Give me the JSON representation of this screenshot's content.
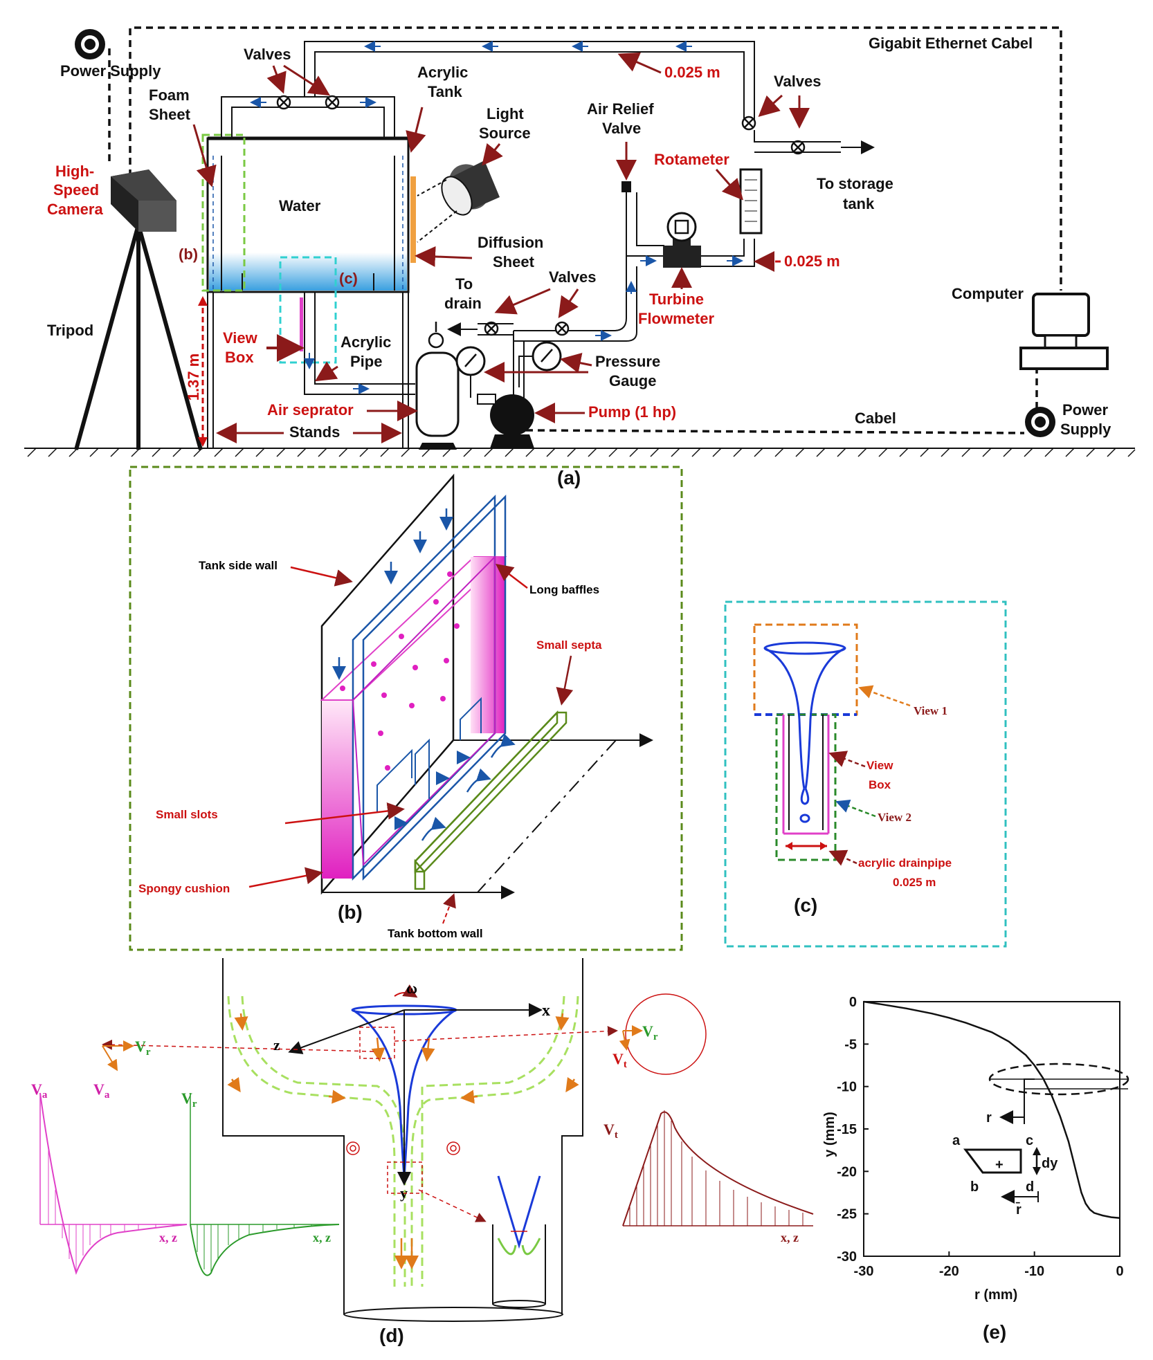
{
  "colors": {
    "red": "#cc1111",
    "dark_red": "#8b1a1a",
    "blue": "#1a56a8",
    "magenta": "#e040c8",
    "green": "#5a8a1a",
    "orange": "#e07a1a",
    "cyan": "#30d0d0"
  },
  "panel_a": {
    "caption": "(a)",
    "power_supply_top": "Power Supply",
    "valves": "Valves",
    "acrylic_tank": "Acrylic Tank",
    "foam_sheet": "Foam Sheet",
    "light_source": "Light Source",
    "air_relief_valve": "Air Relief Valve",
    "valves_right": "Valves",
    "gigabit": "Gigabit Ethernet Cabel",
    "pipe_dia_top": "0.025 m",
    "rotameter": "Rotameter",
    "to_storage": "To storage tank",
    "high_speed_camera": "High-Speed Camera",
    "water": "Water",
    "label_b": "(b)",
    "label_c": "(c)",
    "diffusion_sheet": "Diffusion Sheet",
    "pipe_dia_mid": "0.025 m",
    "to_drain": "To drain",
    "valves_mid": "Valves",
    "turbine_flowmeter": "Turbine Flowmeter",
    "computer": "Computer",
    "tripod": "Tripod",
    "height": "1.37 m",
    "view_box": "View Box",
    "acrylic_pipe": "Acrylic Pipe",
    "pressure_gauge": "Pressure Gauge",
    "air_separator": "Air seprator",
    "pump": "Pump (1 hp)",
    "cabel": "Cabel",
    "stands": "Stands",
    "power_supply_bottom": "Power Supply"
  },
  "panel_b": {
    "caption": "(b)",
    "tank_side_wall": "Tank side wall",
    "long_baffles": "Long baffles",
    "small_septa": "Small septa",
    "small_slots": "Small slots",
    "spongy_cushion": "Spongy cushion",
    "tank_bottom_wall": "Tank bottom wall"
  },
  "panel_c": {
    "caption": "(c)",
    "view1": "View 1",
    "view_box": "View Box",
    "view2": "View 2",
    "drainpipe": "acrylic drainpipe",
    "drainpipe_dia": "0.025 m"
  },
  "panel_d": {
    "caption": "(d)",
    "omega": "ω",
    "x": "x",
    "y": "y",
    "z": "z",
    "Vr": "V",
    "Vr_sub": "r",
    "Va": "V",
    "Va_sub": "a",
    "Vt": "V",
    "Vt_sub": "t",
    "xz": "x, z"
  },
  "panel_e": {
    "caption": "(e)",
    "pts": {
      "a": "a",
      "b": "b",
      "c": "c",
      "d": "d",
      "plus": "+",
      "r": "r",
      "dy": "dy",
      "rbar": "r̄"
    }
  },
  "chart_data": {
    "type": "line",
    "xlabel": "r (mm)",
    "ylabel": "y (mm)",
    "xlim": [
      -30,
      0
    ],
    "ylim": [
      -30,
      0
    ],
    "xticks": [
      -30,
      -20,
      -10,
      0
    ],
    "yticks": [
      0,
      -5,
      -10,
      -15,
      -20,
      -25,
      -30
    ],
    "grid": false,
    "series": [
      {
        "x": [
          -30,
          -28,
          -25,
          -22,
          -20,
          -18,
          -15,
          -13,
          -11,
          -10,
          -9,
          -8,
          -7,
          -6,
          -5.5,
          -5,
          -4.5,
          -4,
          -3.5,
          -3,
          -2,
          -1,
          0
        ],
        "y": [
          0,
          -0.3,
          -0.8,
          -1.4,
          -1.9,
          -2.5,
          -3.6,
          -4.7,
          -6.3,
          -7.5,
          -9.0,
          -11.0,
          -13.5,
          -16.5,
          -18.5,
          -20.5,
          -22.5,
          -23.8,
          -24.5,
          -24.9,
          -25.2,
          -25.4,
          -25.5
        ]
      }
    ]
  }
}
